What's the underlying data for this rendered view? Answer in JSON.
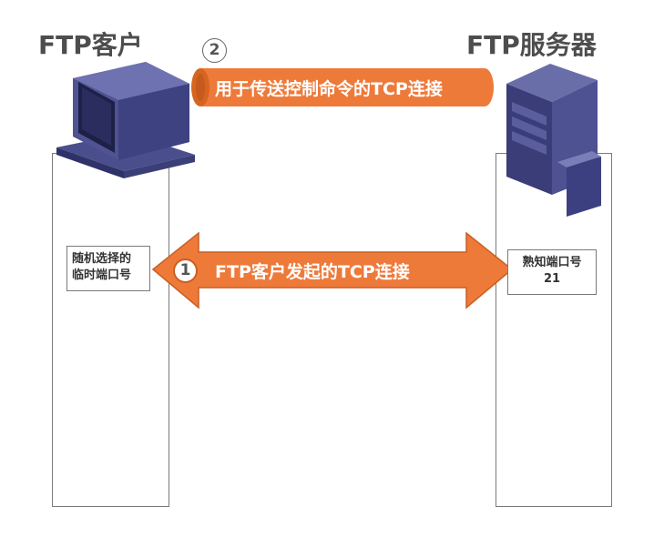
{
  "client": {
    "title": "FTP客户",
    "port_lines": [
      "随机选择的",
      "临时端口号"
    ]
  },
  "server": {
    "title": "FTP服务器",
    "port_lines": [
      "熟知端口号",
      "21"
    ]
  },
  "connection1": {
    "number": "1",
    "label": "FTP客户发起的TCP连接"
  },
  "connection2": {
    "number": "2",
    "label": "用于传送控制命令的TCP连接"
  },
  "colors": {
    "arrow_orange": "#ee7a3a",
    "arrow_edge": "#c95e24",
    "computer_blue": "#4a4e8c",
    "title_gray": "#4d4d4d"
  }
}
